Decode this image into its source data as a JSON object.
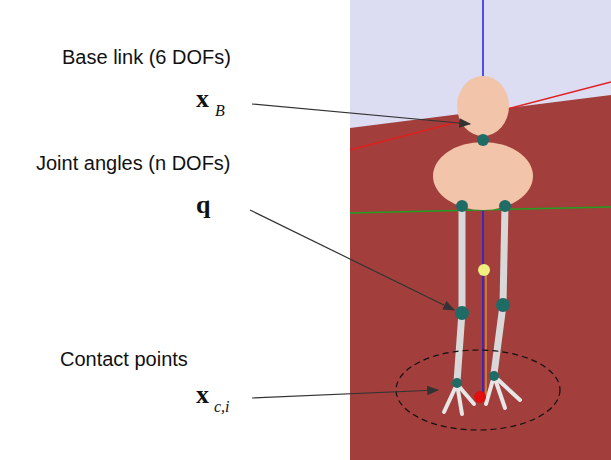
{
  "diagram": {
    "labels": [
      "Base link (6 DOFs)",
      "x",
      "B",
      "Joint angles (n DOFs)",
      "q",
      "Contact points",
      "x",
      "c,i"
    ]
  }
}
